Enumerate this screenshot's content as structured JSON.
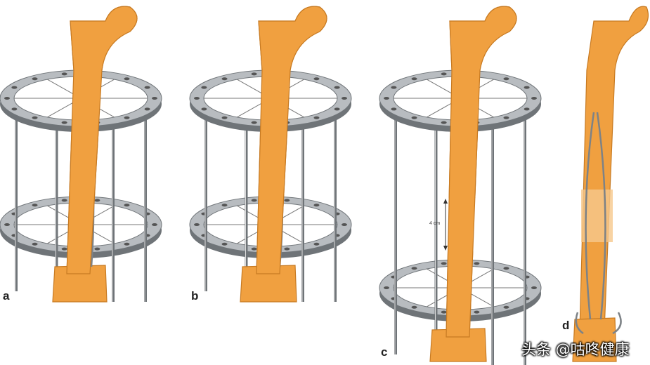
{
  "panels": [
    {
      "label": "a"
    },
    {
      "label": "b"
    },
    {
      "label": "c",
      "gap_measure": "4 cm"
    },
    {
      "label": "d"
    }
  ],
  "watermark": "头条 @咕咚健康",
  "colors": {
    "bone": "#f0a040",
    "bone_dark": "#c77a22",
    "metal": "#b8bcc0",
    "metal_dark": "#6f7478"
  }
}
